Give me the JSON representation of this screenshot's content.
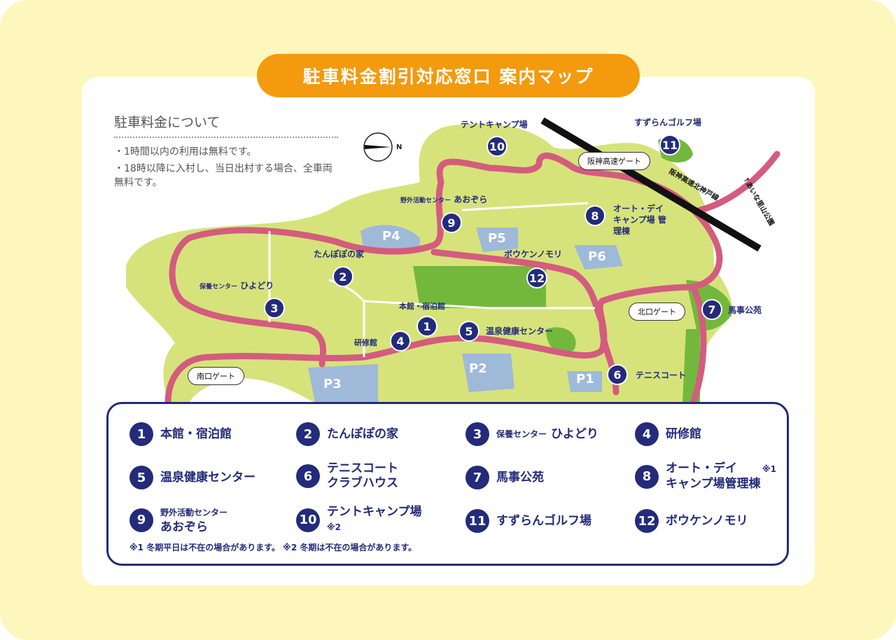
{
  "title": "駐車料金割引対応窓口 案内マップ",
  "fee": {
    "heading": "駐車料金について",
    "items": [
      "・1時間以内の利用は無料です。",
      "・18時以降に入村し、当日出村する場合、全車両無料です。"
    ]
  },
  "compass": "N",
  "map": {
    "parking": [
      "P1",
      "P2",
      "P3",
      "P4",
      "P5",
      "P6"
    ],
    "gates": {
      "south": "南口ゲート",
      "north": "北口ゲート",
      "hanshin": "阪神高速ゲート"
    },
    "road_label": "阪神高速北神戸線",
    "park_arrow": "↑あいな里山公園",
    "labels": {
      "1": "本館・宿泊館",
      "2": "たんぽぽの家",
      "3a": "保養センター",
      "3b": "ひよどり",
      "4": "研修館",
      "5": "温泉健康センター",
      "6": "テニスコート",
      "7": "馬事公苑",
      "8": "オート・デイ キャンプ場 管理棟",
      "9a": "野外活動センター",
      "9b": "あおぞら",
      "10": "テントキャンプ場",
      "11": "すずらんゴルフ場",
      "12": "ボウケンノモリ"
    }
  },
  "legend": {
    "items": [
      {
        "n": "1",
        "label": "本館・宿泊館"
      },
      {
        "n": "2",
        "label": "たんぽぽの家"
      },
      {
        "n": "3",
        "small": "保養センター",
        "label": "ひよどり"
      },
      {
        "n": "4",
        "label": "研修館"
      },
      {
        "n": "5",
        "label": "温泉健康センター"
      },
      {
        "n": "6",
        "label": "テニスコート",
        "label2": "クラブハウス"
      },
      {
        "n": "7",
        "label": "馬事公苑"
      },
      {
        "n": "8",
        "label": "オート・デイ",
        "label2": "キャンプ場管理棟",
        "mark": "※1"
      },
      {
        "n": "9",
        "small": "野外活動センター",
        "label": "あおぞら"
      },
      {
        "n": "10",
        "label": "テントキャンプ場",
        "mark": "※2"
      },
      {
        "n": "11",
        "label": "すずらんゴルフ場"
      },
      {
        "n": "12",
        "label": "ボウケンノモリ"
      }
    ],
    "note": "※1 冬期平日は不在の場合があります。 ※2 冬期は不在の場合があります。"
  }
}
